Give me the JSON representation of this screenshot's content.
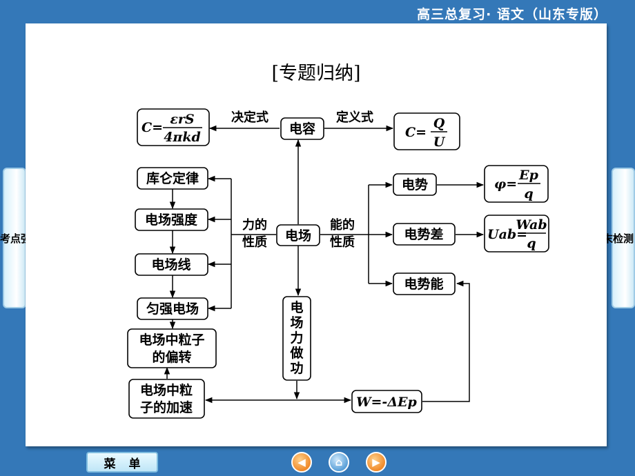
{
  "header": {
    "title": "高三总复习· 语文（山东专版）"
  },
  "side_tabs": {
    "left": "考点强化卷",
    "right": "章末检测"
  },
  "slide": {
    "title": "[专题归纳]"
  },
  "diagram": {
    "rongdian": "电容",
    "jueding": "决定式",
    "dingyi": "定义式",
    "f_cap_C": "C=",
    "f_cap_num": "εrS",
    "f_cap_den": "4πkd",
    "f_def_C": "C=",
    "f_def_num": "Q",
    "f_def_den": "U",
    "kulun": "库仑定律",
    "qiangdu": "电场强度",
    "xian": "电场线",
    "yunqiang": "匀强电场",
    "pianzhuan_1": "电场中粒子",
    "pianzhuan_2": "的偏转",
    "jiasu_1": "电场中粒",
    "jiasu_2": "子的加速",
    "li_1": "力的",
    "li_2": "性质",
    "dianchang": "电场",
    "neng_1": "能的",
    "neng_2": "性质",
    "zuogong": [
      "电",
      "场",
      "力",
      "做",
      "功"
    ],
    "dianshi": "电势",
    "shicha": "电势差",
    "shineng": "电势能",
    "f_phi": "φ=",
    "f_phi_num": "Ep",
    "f_phi_den": "q",
    "f_u": "Uab=",
    "f_u_num": "Wab",
    "f_u_den": "q",
    "f_w": "W=-ΔEp"
  },
  "footer": {
    "menu_left": "菜",
    "menu_right": "单"
  },
  "colors": {
    "background": "#3478b8",
    "slide": "#ffffff",
    "nav_prev": "#f08a2a",
    "nav_home": "#5aa0d8",
    "nav_next": "#f08a2a"
  }
}
